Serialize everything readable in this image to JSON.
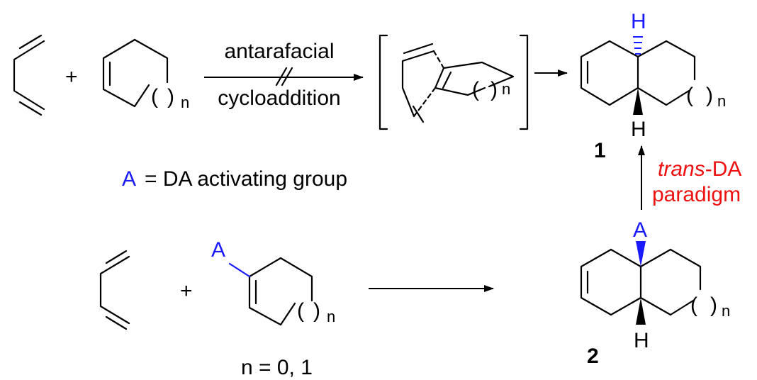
{
  "scheme": {
    "top_arrow_above": "antarafacial",
    "top_arrow_below": "cycloaddition",
    "activating_group_letter": "A",
    "activating_group_desc": "= DA activating group",
    "n_values": "n = 0, 1",
    "compound_1": "1",
    "compound_2": "2",
    "paradigm_italic": "trans",
    "paradigm_rest": "-DA",
    "paradigm_line2": "paradigm",
    "plus": "+",
    "hydrogen": "H",
    "n_sub": "n",
    "paren_open": "(",
    "paren_close": ")",
    "colors": {
      "activating_group": "#1a1aff",
      "paradigm": "#ee1111",
      "bonds": "#000000"
    }
  }
}
